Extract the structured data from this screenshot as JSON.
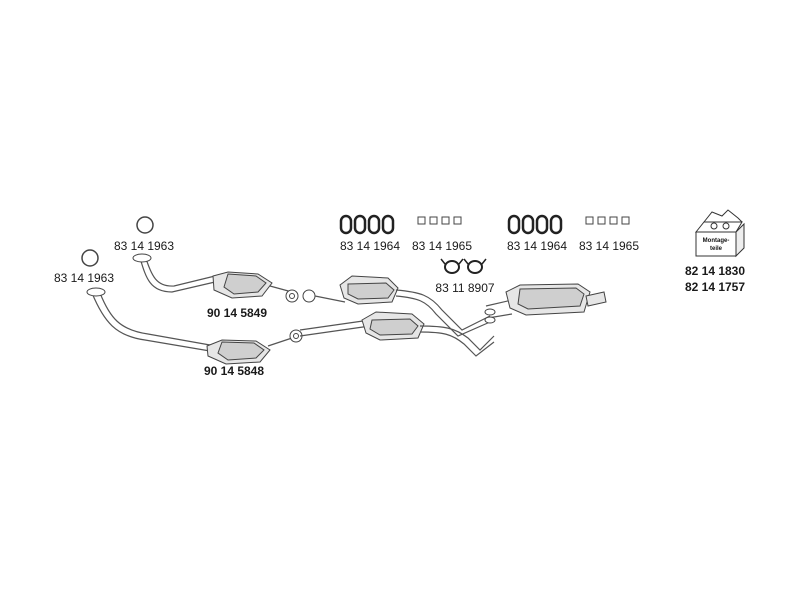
{
  "parts": {
    "gasket_top": "83 14 1963",
    "gasket_left": "83 14 1963",
    "catalyst_upper": "90 14 5849",
    "catalyst_lower": "90 14 5848",
    "hangers_front": "83 14 1964",
    "clips_front": "83 14 1965",
    "clamps": "83 11 8907",
    "hangers_rear": "83 14 1964",
    "clips_rear": "83 14 1965",
    "kit_1": "82 14 1830",
    "kit_2": "82 14 1757"
  },
  "kit_box_text": [
    "Montage-",
    "teile"
  ]
}
